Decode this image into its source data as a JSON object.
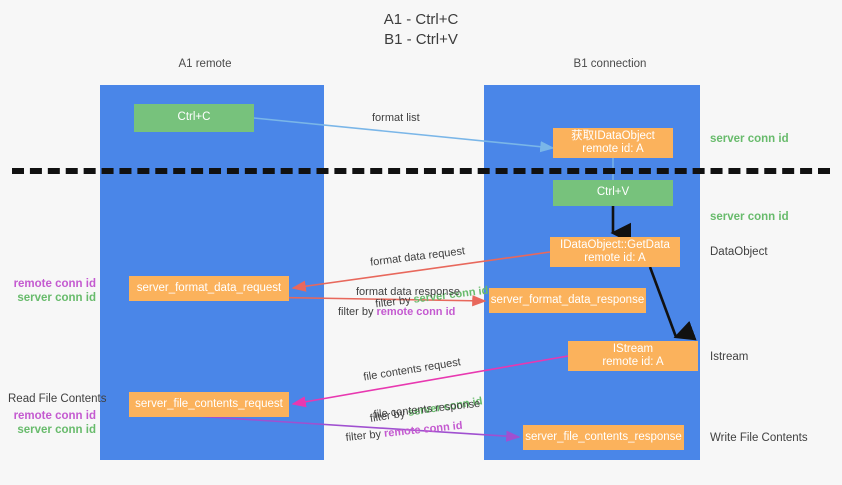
{
  "title": "A1 - Ctrl+C\nB1 - Ctrl+V",
  "columns": {
    "left": {
      "name": "A1",
      "role": "remote",
      "label": "A1\nremote"
    },
    "right": {
      "name": "B1",
      "role": "connection",
      "label": "B1\nconnection"
    }
  },
  "nodes": {
    "ctrl_c": {
      "label": "Ctrl+C",
      "color": "#77c27c"
    },
    "get_idataobject": {
      "label": "获取IDataObject\nremote id: A",
      "color": "#fbb25c"
    },
    "ctrl_v": {
      "label": "Ctrl+V",
      "color": "#77c27c"
    },
    "getdata": {
      "label": "IDataObject::GetData\nremote id: A",
      "color": "#fbb25c"
    },
    "istream": {
      "label": "IStream\nremote id: A",
      "color": "#fbb25c"
    },
    "server_format_data_request": {
      "label": "server_format_data_request",
      "color": "#fbb25c"
    },
    "server_format_data_response": {
      "label": "server_format_data_response",
      "color": "#fbb25c"
    },
    "server_file_contents_request": {
      "label": "server_file_contents_request",
      "color": "#fbb25c"
    },
    "server_file_contents_response": {
      "label": "server_file_contents_response",
      "color": "#fbb25c"
    }
  },
  "annotations": {
    "format_list": "format list",
    "format_data_request": "format data request",
    "filter_by": "filter by ",
    "server_conn_id": "server conn id",
    "remote_conn_id": "remote conn id",
    "format_data_response": "format data response",
    "file_contents_request": "file contents request",
    "file_contents_response": "file contents response"
  },
  "side_labels": {
    "server_conn_id_top": "server conn id",
    "server_conn_id_mid": "server conn id",
    "dataobject": "DataObject",
    "istream": "Istream",
    "write_file_contents": "Write File Contents",
    "read_file_contents": "Read File Contents",
    "remote_conn_id": "remote conn id",
    "server_conn_id": "server conn id"
  },
  "colors": {
    "lane": "#4a86e8",
    "green_node": "#77c27c",
    "orange_node": "#fbb25c",
    "green_text": "#68bb6c",
    "purple_text": "#c45ad0",
    "blue_arrow": "#7ab6e8",
    "red_arrow": "#e8685c",
    "magenta_arrow": "#e838b0",
    "purple_arrow": "#a050d0",
    "black_arrow": "#111111",
    "background": "#f7f7f7"
  }
}
